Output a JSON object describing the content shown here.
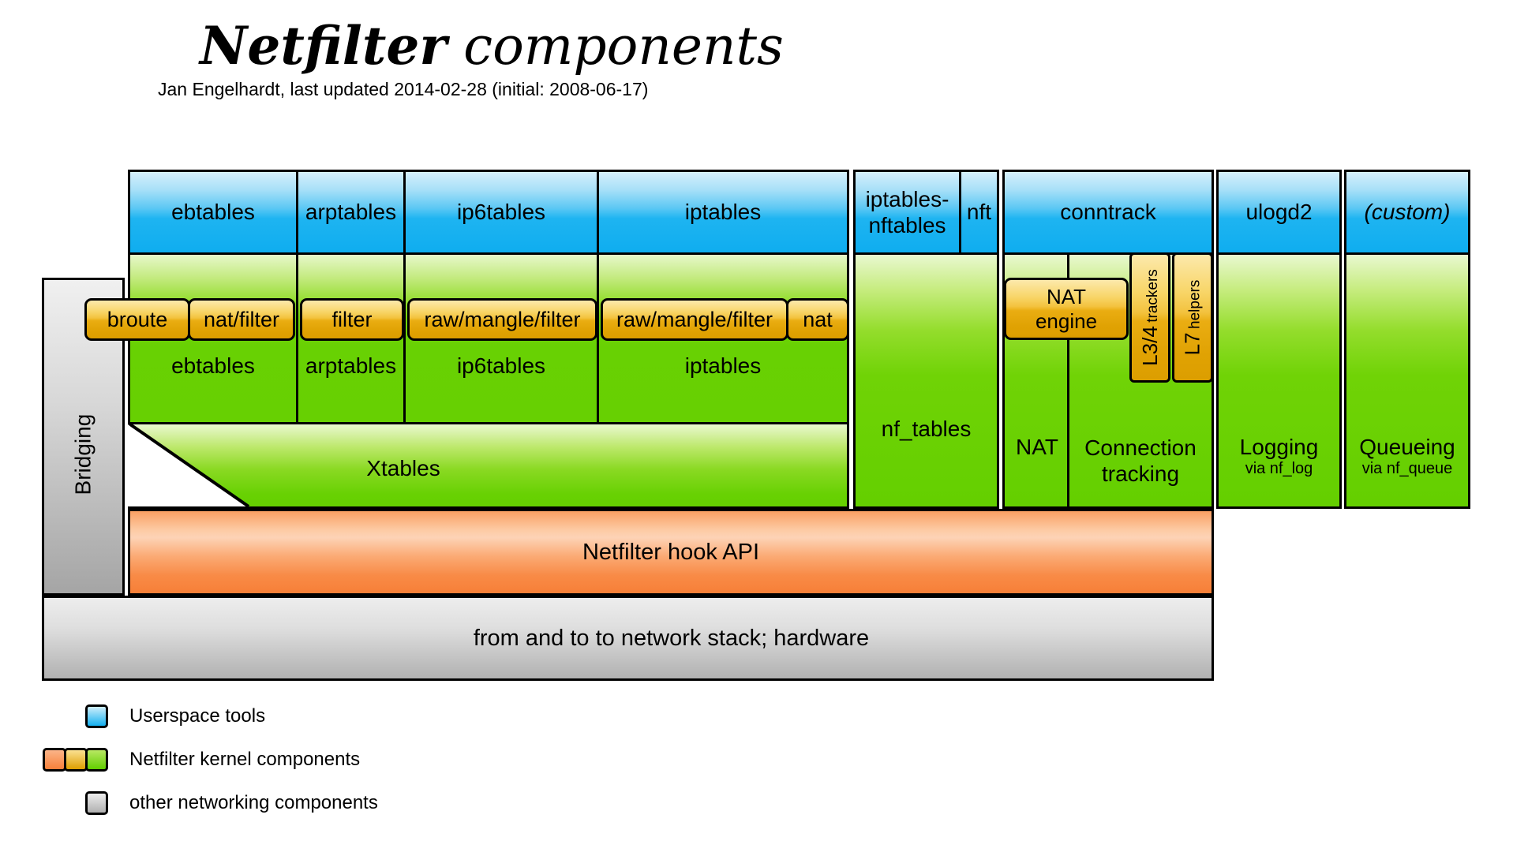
{
  "header": {
    "title_main": "Netfilter",
    "title_rest": " components",
    "subtitle": "Jan Engelhardt, last updated 2014-02-28 (initial: 2008-06-17)"
  },
  "userspace": {
    "ebtables": "ebtables",
    "arptables": "arptables",
    "ip6tables": "ip6tables",
    "iptables": "iptables",
    "iptables_nftables_line1": "iptables-",
    "iptables_nftables_line2": "nftables",
    "nft": "nft",
    "conntrack": "conntrack",
    "ulogd2": "ulogd2",
    "custom": "(custom)"
  },
  "kernel": {
    "ebtables": {
      "label": "ebtables",
      "tables": [
        "broute",
        "nat/filter"
      ]
    },
    "arptables": {
      "label": "arptables",
      "tables": [
        "filter"
      ]
    },
    "ip6tables": {
      "label": "ip6tables",
      "tables": [
        "raw/mangle/filter"
      ]
    },
    "iptables": {
      "label": "iptables",
      "tables": [
        "raw/mangle/filter",
        "nat"
      ]
    },
    "xtables": "Xtables",
    "nf_tables": "nf_tables",
    "nat": "NAT",
    "nat_engine_line1": "NAT",
    "nat_engine_line2": "engine",
    "conntrack_line1": "Connection",
    "conntrack_line2": "tracking",
    "l34_main": "L3/4",
    "l34_sub": "trackers",
    "l7_main": "L7",
    "l7_sub": "helpers",
    "logging": "Logging",
    "logging_sub": "via nf_log",
    "queueing": "Queueing",
    "queueing_sub": "via nf_queue",
    "hook_api": "Netfilter hook API"
  },
  "other": {
    "bridging": "Bridging",
    "network_stack": "from and to to network stack; hardware"
  },
  "legend": {
    "userspace": "Userspace tools",
    "kernel": "Netfilter kernel components",
    "other": "other networking components"
  },
  "colors": {
    "userspace_blue": "#14b0f0",
    "kernel_green": "#68d103",
    "kernel_gold": "#eab414",
    "kernel_orange": "#f8823c",
    "other_gray": "#c6c6c6",
    "border": "#000000",
    "text": "#000000"
  }
}
